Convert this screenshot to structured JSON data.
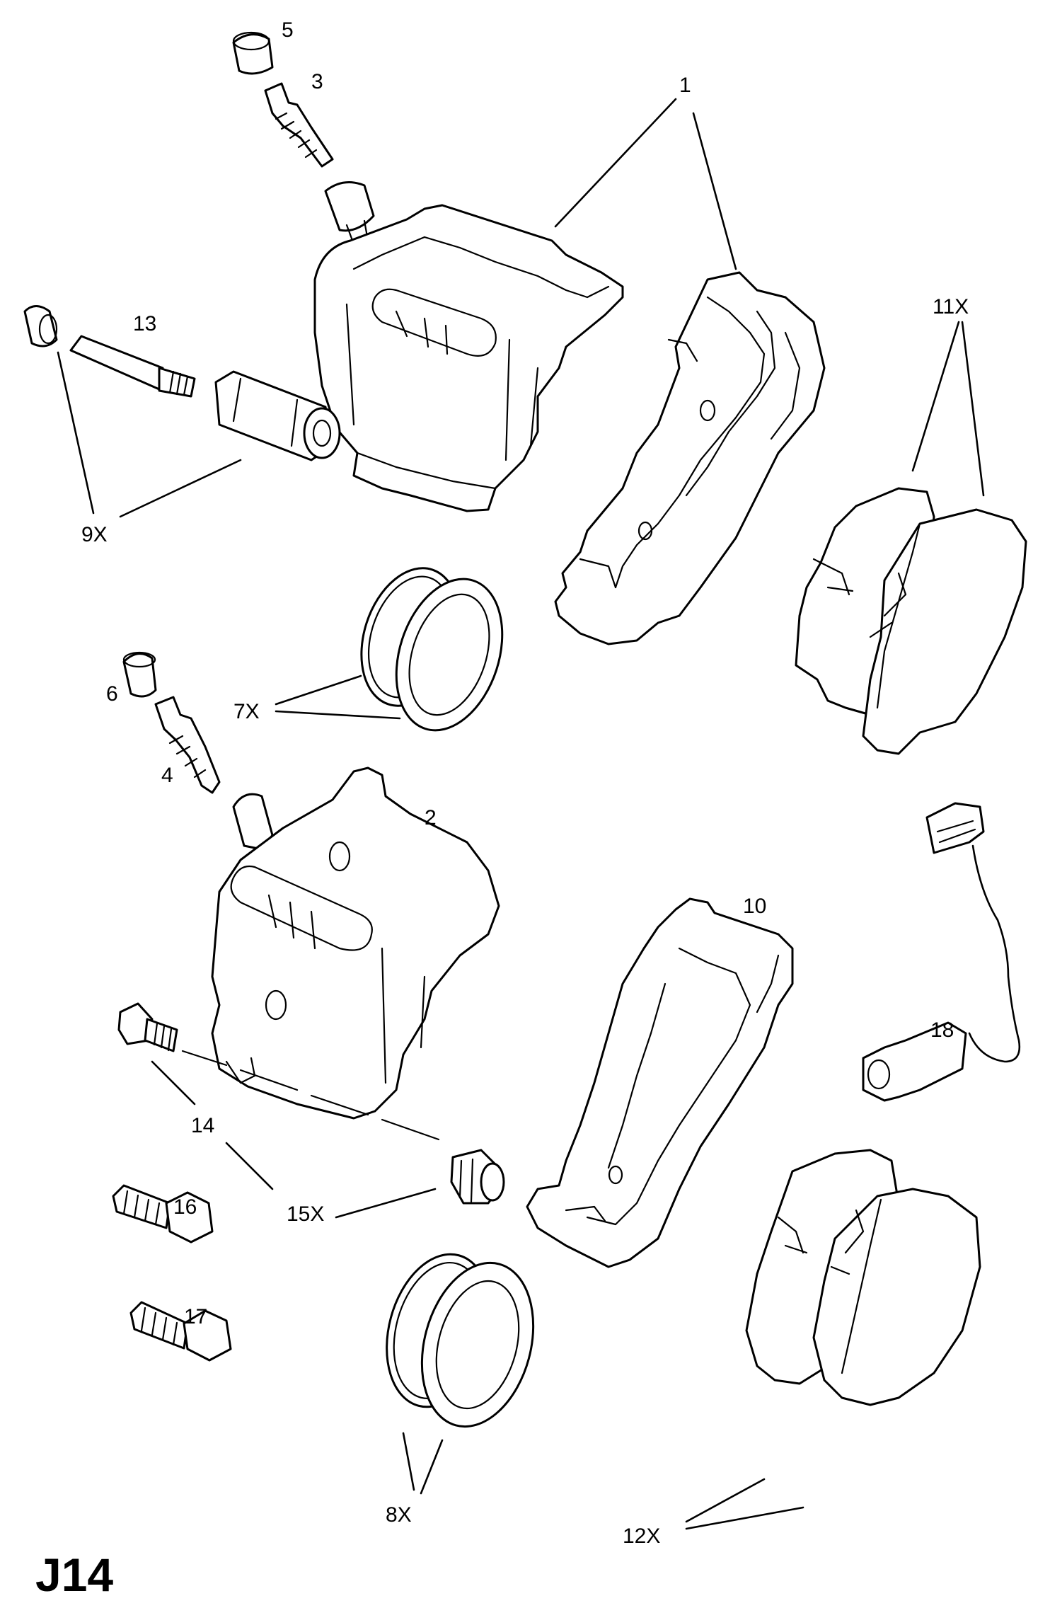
{
  "diagram_code": "J14",
  "callouts": {
    "c1": "1",
    "c2": "2",
    "c3": "3",
    "c4": "4",
    "c5": "5",
    "c6": "6",
    "c7x": "7X",
    "c8x": "8X",
    "c9x": "9X",
    "c10": "10",
    "c11x": "11X",
    "c12x": "12X",
    "c13": "13",
    "c14": "14",
    "c15x": "15X",
    "c16": "16",
    "c17": "17",
    "c18": "18"
  }
}
